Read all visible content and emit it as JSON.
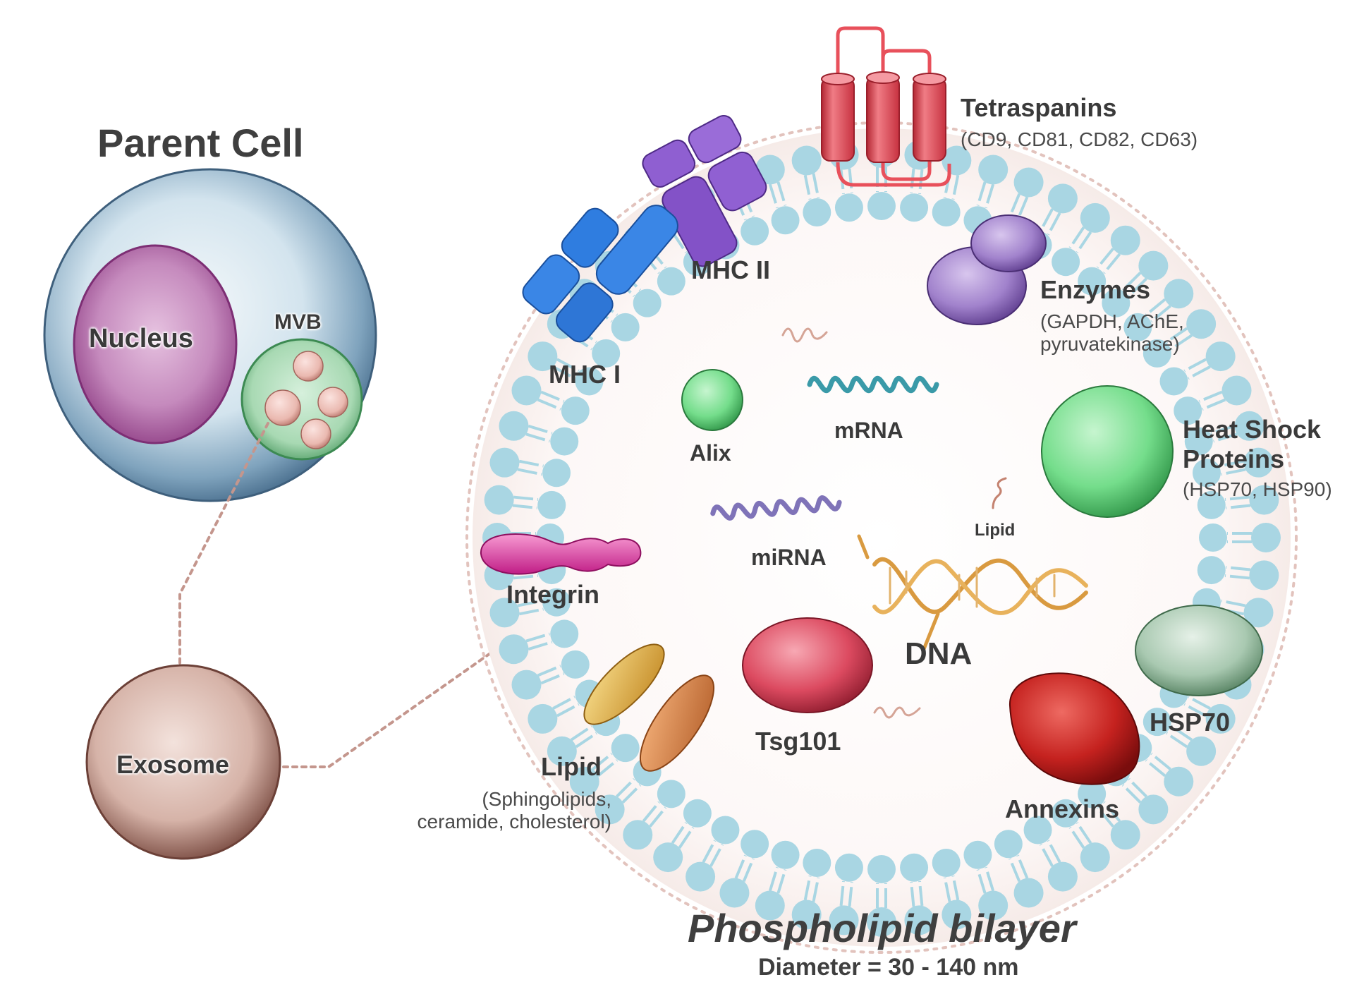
{
  "parent_cell": {
    "title": "Parent Cell",
    "nucleus": "Nucleus",
    "mvb": "MVB"
  },
  "exosome": "Exosome",
  "labels": {
    "tetraspanins": "Tetraspanins",
    "tetraspanins_sub": "(CD9, CD81, CD82, CD63)",
    "mhc2": "MHC II",
    "mhc1": "MHC I",
    "enzymes": "Enzymes",
    "enzymes_sub1": "(GAPDH, AChE,",
    "enzymes_sub2": "pyruvatekinase)",
    "alix": "Alix",
    "mrna": "mRNA",
    "heat_shock1": "Heat Shock",
    "heat_shock2": "Proteins",
    "heat_shock_sub": "(HSP70, HSP90)",
    "mirna": "miRNA",
    "lipid_small": "Lipid",
    "integrin": "Integrin",
    "dna": "DNA",
    "hsp70": "HSP70",
    "tsg101": "Tsg101",
    "lipid": "Lipid",
    "lipid_sub1": "(Sphingolipids,",
    "lipid_sub2": "ceramide, cholesterol)",
    "annexins": "Annexins"
  },
  "footer": {
    "title": "Phospholipid bilayer",
    "diameter": "Diameter = 30 - 140 nm"
  },
  "colors": {
    "membrane": "#a9d6e3",
    "tetraspanin": "#e8505b",
    "mhc2": "#8a55cc",
    "mhc1": "#2f7de0",
    "enzyme": "#9b7ac4",
    "alix": "#6fd984",
    "heat_shock": "#5fcf78",
    "integrin": "#e23aa6",
    "tsg101": "#d83a52",
    "hsp70": "#8fb89a",
    "annexin": "#c21f22",
    "lipid_a": "#e0b84a",
    "lipid_b": "#d8884a",
    "dna": "#d99a40",
    "mrna": "#3a9aa8",
    "mirna": "#7f73b8"
  }
}
